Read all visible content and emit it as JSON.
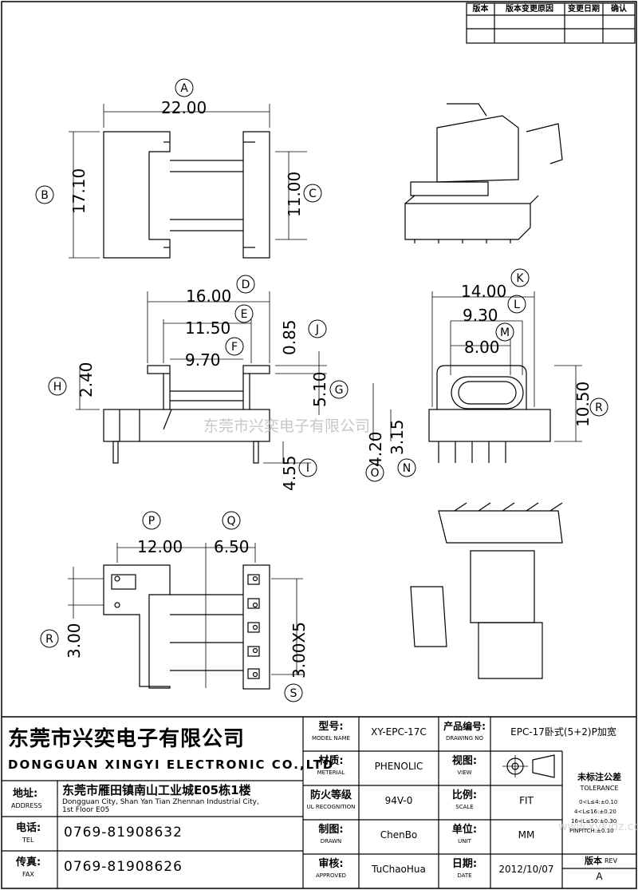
{
  "revision_table": {
    "headers": [
      "版本",
      "版本变更原因",
      "变更日期",
      "确认"
    ]
  },
  "dimensions": {
    "A": "22.00",
    "B": "17.10",
    "C": "11.00",
    "D": "16.00",
    "E": "11.50",
    "F": "9.70",
    "G": "5.10",
    "H": "2.40",
    "I": "4.55",
    "J": "0.85",
    "K": "14.00",
    "L": "9.30",
    "M": "8.00",
    "N": "3.15",
    "O": "4.20",
    "P": "12.00",
    "Q": "6.50",
    "R_side": "10.50",
    "R_bottom": "3.00",
    "S": "3.00X5"
  },
  "bubbles": [
    "A",
    "B",
    "C",
    "D",
    "E",
    "F",
    "G",
    "H",
    "I",
    "J",
    "K",
    "L",
    "M",
    "N",
    "O",
    "P",
    "Q",
    "R",
    "S"
  ],
  "watermark": "东莞市兴奕电子有限公司",
  "site_watermark": "www.xykjdz.com",
  "company": {
    "name_cn": "东莞市兴奕电子有限公司",
    "name_en": "DONGGUAN XINGYI ELECTRONIC CO.,LTD",
    "address_label_cn": "地址:",
    "address_label_en": "ADDRESS",
    "address_cn": "东莞市雁田镇南山工业城E05栋1楼",
    "address_en_1": "Dongguan City, Shan Yan Tian Zhennan Industrial City,",
    "address_en_2": "1st Floor E05",
    "tel_label_cn": "电话:",
    "tel_label_en": "TEL",
    "tel": "0769-81908632",
    "fax_label_cn": "传真:",
    "fax_label_en": "FAX",
    "fax": "0769-81908626"
  },
  "title_block": {
    "model_label_cn": "型号:",
    "model_label_en": "MODEL NAME",
    "model": "XY-EPC-17C",
    "drawing_no_label_cn": "产品编号:",
    "drawing_no_label_en": "DRAWING NO",
    "drawing_no": "EPC-17卧式(5+2)P加宽",
    "material_label_cn": "材质:",
    "material_label_en": "METERIAL",
    "material": "PHENOLIC",
    "view_label_cn": "视图:",
    "view_label_en": "VIEW",
    "ul_label_cn": "防火等级",
    "ul_label_en": "UL RECOGNITION",
    "ul": "94V-0",
    "scale_label_cn": "比例:",
    "scale_label_en": "SCALE",
    "scale": "FIT",
    "drawn_label_cn": "制图:",
    "drawn_label_en": "DRAWN",
    "drawn": "ChenBo",
    "unit_label_cn": "单位:",
    "unit_label_en": "UNIT",
    "unit": "MM",
    "approved_label_cn": "审核:",
    "approved_label_en": "APPROVED",
    "approved": "TuChaoHua",
    "date_label_cn": "日期:",
    "date_label_en": "DATE",
    "date": "2012/10/07",
    "tolerance_title_cn": "未标注公差",
    "tolerance_title_en": "TOLERANCE",
    "tolerance_lines": [
      "0<L≤4:±0.10",
      "4<L≤16:±0.20",
      "16<L≤50:±0.30",
      "PINPITCH:±0.10"
    ],
    "rev_label_cn": "版本",
    "rev_label_en": "REV",
    "rev": "A"
  }
}
